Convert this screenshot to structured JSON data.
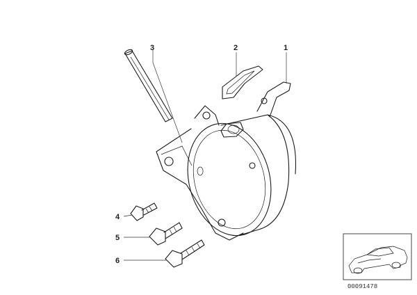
{
  "callouts": {
    "c1": "1",
    "c2": "2",
    "c3": "3",
    "c4": "4",
    "c5": "5",
    "c6": "6"
  },
  "inset": {
    "document_number": "00091478"
  }
}
